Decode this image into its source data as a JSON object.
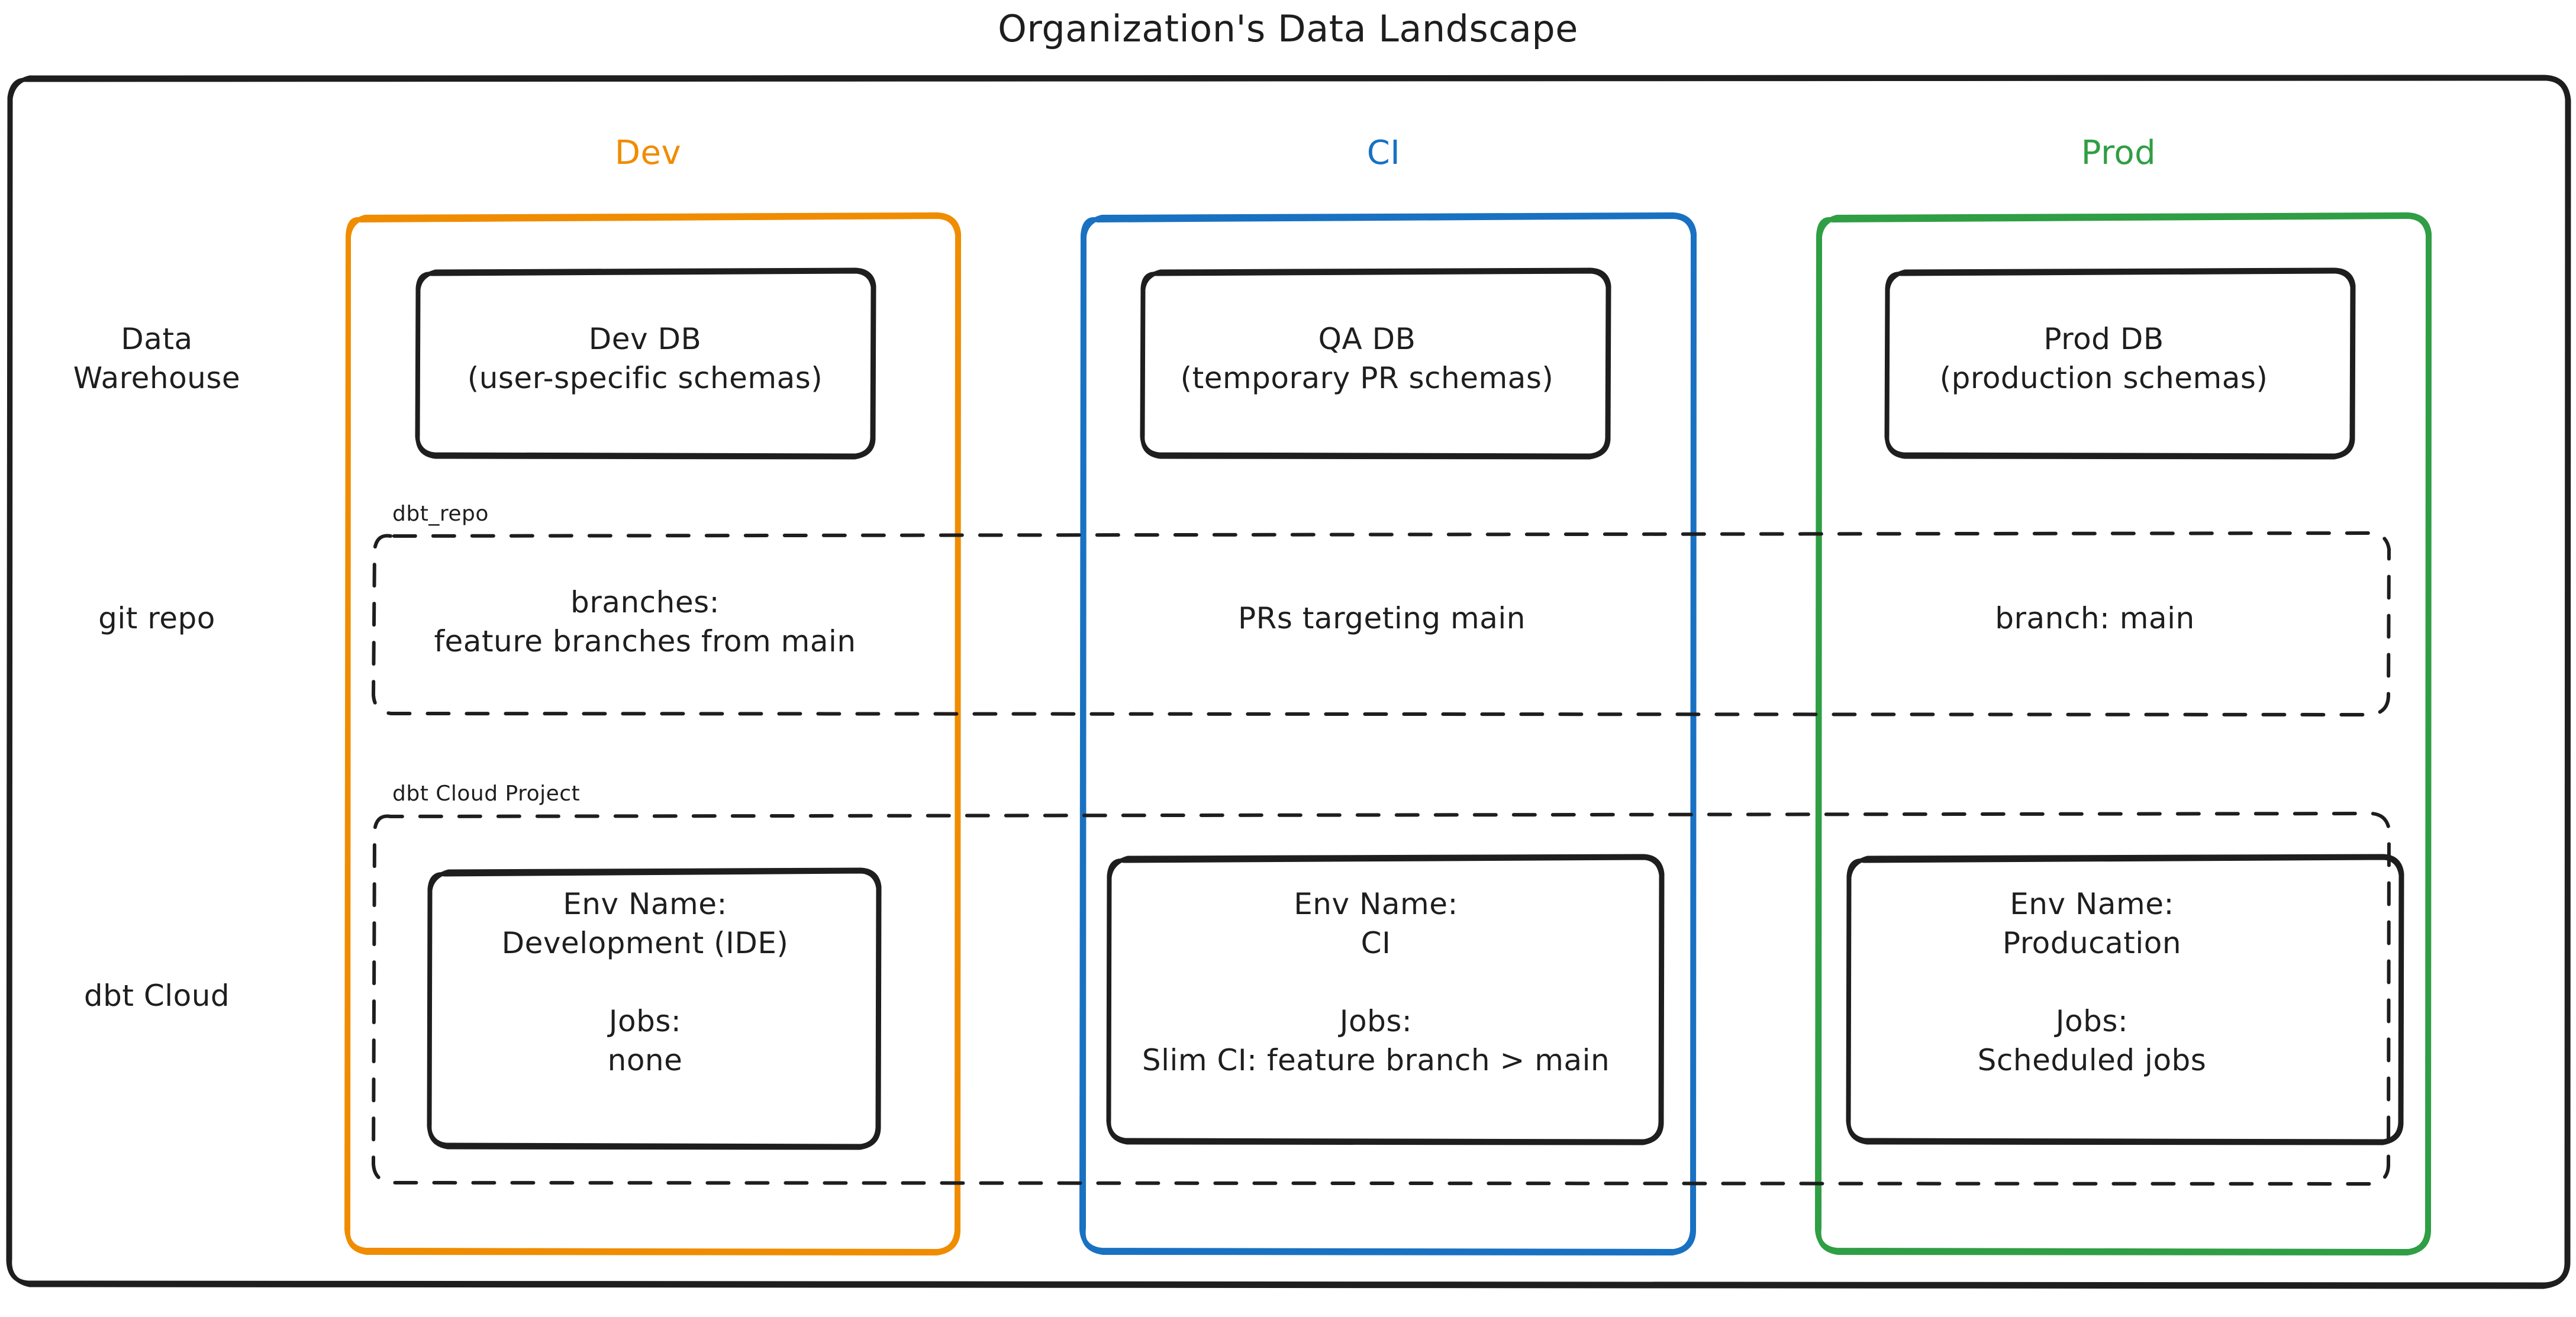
{
  "title": "Organization's Data Landscape",
  "colors": {
    "dev": "#f08c00",
    "ci": "#1971c2",
    "prod": "#2f9e44",
    "stroke": "#1e1e1e",
    "background": "#ffffff"
  },
  "columns": [
    {
      "key": "dev",
      "label": "Dev",
      "color": "#f08c00"
    },
    {
      "key": "ci",
      "label": "CI",
      "color": "#1971c2"
    },
    {
      "key": "prod",
      "label": "Prod",
      "color": "#2f9e44"
    }
  ],
  "rows": [
    {
      "key": "warehouse",
      "label": "Data\nWarehouse"
    },
    {
      "key": "git",
      "label": "git repo"
    },
    {
      "key": "dbtcloud",
      "label": "dbt Cloud"
    }
  ],
  "groups": {
    "git_repo": "dbt_repo",
    "dbt_cloud_project": "dbt Cloud Project"
  },
  "cells": {
    "warehouse": {
      "dev": "Dev DB\n(user-specific schemas)",
      "ci": "QA DB\n(temporary PR schemas)",
      "prod": "Prod DB\n(production schemas)"
    },
    "git": {
      "dev": "branches:\nfeature branches from main",
      "ci": "PRs targeting main",
      "prod": "branch: main"
    },
    "dbtcloud": {
      "dev": "Env Name:\nDevelopment (IDE)\n\nJobs:\nnone",
      "ci": "Env Name:\nCI\n\nJobs:\nSlim CI: feature branch > main",
      "prod": "Env Name:\nProducation\n\nJobs:\nScheduled jobs"
    }
  }
}
